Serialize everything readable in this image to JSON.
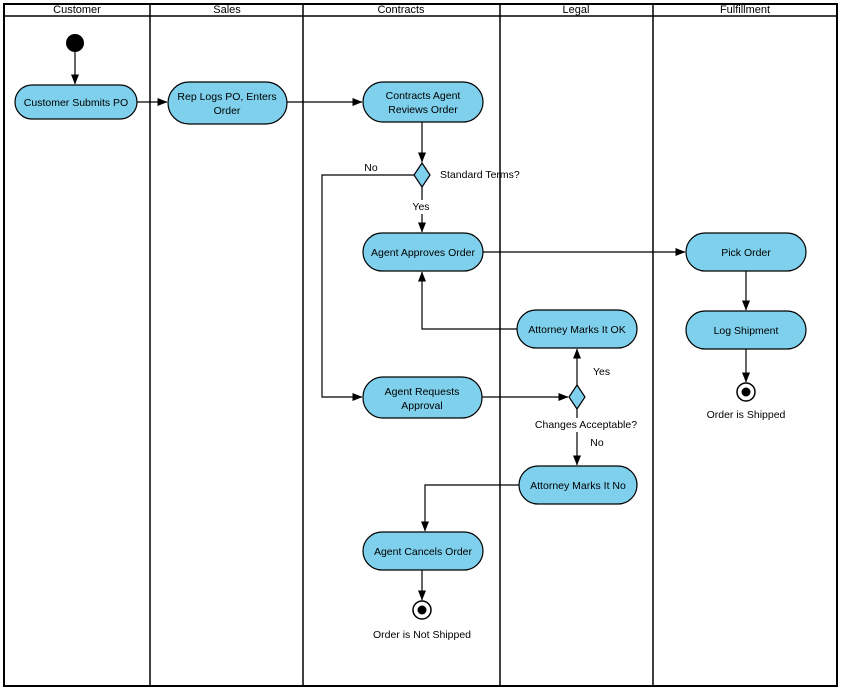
{
  "colors": {
    "node_fill": "#7ED0EC",
    "node_stroke": "#000000",
    "flow": "#000000",
    "background": "#FFFFFF"
  },
  "lanes": [
    {
      "label": "Customer"
    },
    {
      "label": "Sales"
    },
    {
      "label": "Contracts"
    },
    {
      "label": "Legal"
    },
    {
      "label": "Fulfillment"
    }
  ],
  "nodes": {
    "customer_submits_po": {
      "lines": [
        "Customer Submits PO"
      ]
    },
    "rep_logs_po": {
      "lines": [
        "Rep Logs PO, Enters",
        "Order"
      ]
    },
    "contracts_agent_reviews_order": {
      "lines": [
        "Contracts Agent",
        "Reviews Order"
      ]
    },
    "agent_approves_order": {
      "lines": [
        "Agent Approves Order"
      ]
    },
    "agent_requests_approval": {
      "lines": [
        "Agent Requests",
        "Approval"
      ]
    },
    "agent_cancels_order": {
      "lines": [
        "Agent Cancels Order"
      ]
    },
    "attorney_marks_it_ok": {
      "lines": [
        "Attorney Marks It OK"
      ]
    },
    "attorney_marks_it_no": {
      "lines": [
        "Attorney Marks It No"
      ]
    },
    "pick_order": {
      "lines": [
        "Pick Order"
      ]
    },
    "log_shipment": {
      "lines": [
        "Log Shipment"
      ]
    }
  },
  "decisions": {
    "standard_terms": {
      "question": "Standard Terms?",
      "yes_label": "Yes",
      "no_label": "No"
    },
    "changes_acceptable": {
      "question": "Changes Acceptable?",
      "yes_label": "Yes",
      "no_label": "No"
    }
  },
  "terminals": {
    "order_is_shipped": "Order is Shipped",
    "order_is_not_shipped": "Order is Not Shipped"
  }
}
